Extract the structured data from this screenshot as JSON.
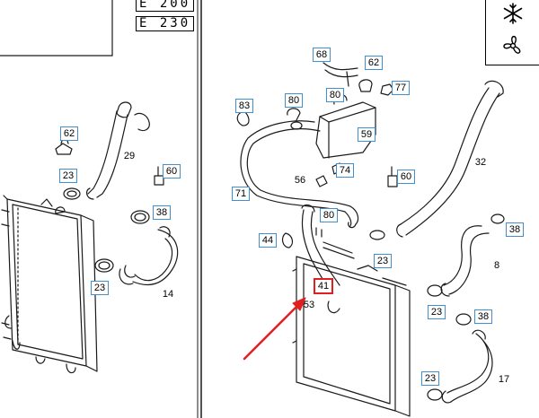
{
  "header": {
    "models": [
      "E 200",
      "E 230"
    ]
  },
  "icons": [
    {
      "name": "snowflake-icon"
    },
    {
      "name": "fan-icon"
    }
  ],
  "labels": [
    {
      "id": "p62a",
      "text": "62",
      "boxed": true
    },
    {
      "id": "p29",
      "text": "29",
      "boxed": false
    },
    {
      "id": "p60a",
      "text": "60",
      "boxed": true
    },
    {
      "id": "p23a",
      "text": "23",
      "boxed": true
    },
    {
      "id": "p38a",
      "text": "38",
      "boxed": true
    },
    {
      "id": "p23b",
      "text": "23",
      "boxed": true
    },
    {
      "id": "p14",
      "text": "14",
      "boxed": false
    },
    {
      "id": "p68",
      "text": "68",
      "boxed": true
    },
    {
      "id": "p62b",
      "text": "62",
      "boxed": true
    },
    {
      "id": "p80a",
      "text": "80",
      "boxed": true
    },
    {
      "id": "p77",
      "text": "77",
      "boxed": true
    },
    {
      "id": "p83",
      "text": "83",
      "boxed": true
    },
    {
      "id": "p80b",
      "text": "80",
      "boxed": true
    },
    {
      "id": "p59",
      "text": "59",
      "boxed": true
    },
    {
      "id": "p32",
      "text": "32",
      "boxed": false
    },
    {
      "id": "p74",
      "text": "74",
      "boxed": true
    },
    {
      "id": "p56",
      "text": "56",
      "boxed": false
    },
    {
      "id": "p60b",
      "text": "60",
      "boxed": true
    },
    {
      "id": "p71",
      "text": "71",
      "boxed": true
    },
    {
      "id": "p80c",
      "text": "80",
      "boxed": true
    },
    {
      "id": "p44",
      "text": "44",
      "boxed": true
    },
    {
      "id": "p23c",
      "text": "23",
      "boxed": true
    },
    {
      "id": "p38b",
      "text": "38",
      "boxed": true
    },
    {
      "id": "p8",
      "text": "8",
      "boxed": false
    },
    {
      "id": "p41",
      "text": "41",
      "boxed": true,
      "highlight": true
    },
    {
      "id": "p53",
      "text": "53",
      "boxed": false
    },
    {
      "id": "p23d",
      "text": "23",
      "boxed": true
    },
    {
      "id": "p38c",
      "text": "38",
      "boxed": true
    },
    {
      "id": "p23e",
      "text": "23",
      "boxed": true
    },
    {
      "id": "p17",
      "text": "17",
      "boxed": false
    }
  ],
  "colors": {
    "line": "#1a1a1a",
    "label_border": "#3f8fd2",
    "highlight": "#e02020"
  }
}
